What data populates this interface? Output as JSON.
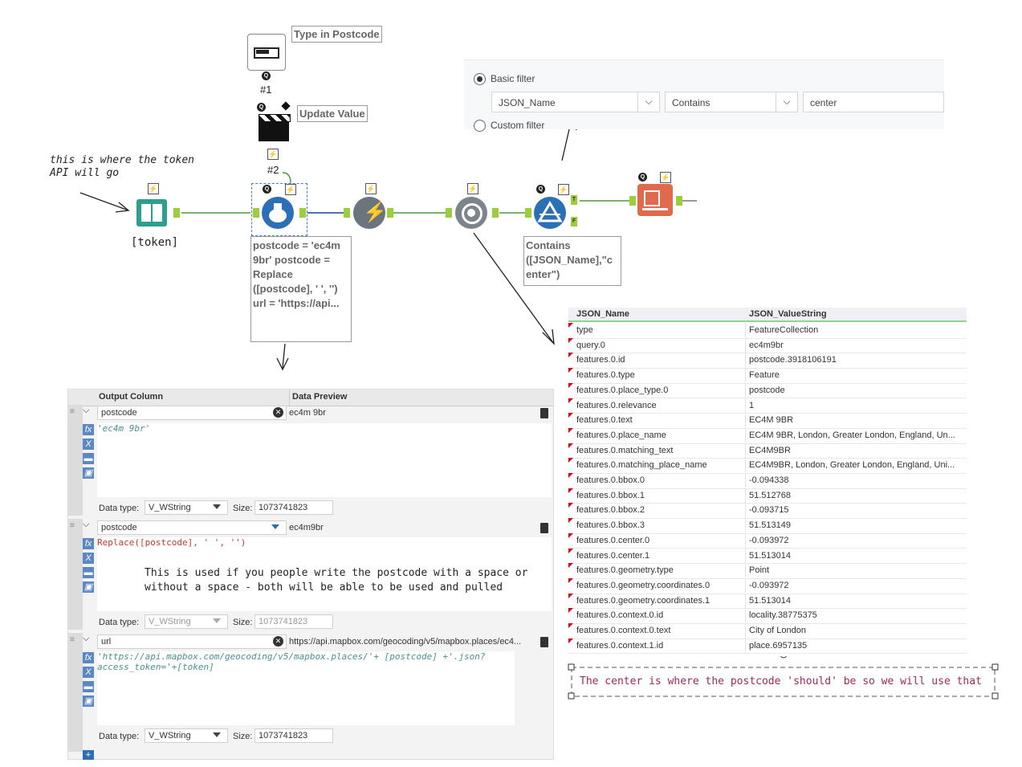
{
  "annotations": {
    "type_in_postcode": "Type in Postcode",
    "hash1": "#1",
    "update_value": "Update Value",
    "hash2": "#2",
    "token_note": "this is where the token API will go",
    "token_label": "[token]",
    "formula_expr": "postcode = 'ec4m 9br' postcode = Replace ([postcode], ' ', '') url = 'https://api...",
    "filter_expr": "Contains ([JSON_Name],\"c enter\")",
    "anchor_t": "T",
    "anchor_f": "F",
    "space_note": "This is used if you people write the postcode with a space or without a space - both will be able to be used and pulled",
    "center_note": "The center is where the postcode 'should' be so we will use that"
  },
  "filter_panel": {
    "basic_label": "Basic filter",
    "field": "JSON_Name",
    "operator": "Contains",
    "value": "center",
    "custom_label": "Custom filter"
  },
  "formula_panel": {
    "col_output": "Output Column",
    "col_preview": "Data Preview",
    "data_type_label": "Data type:",
    "size_label": "Size:",
    "rows": [
      {
        "column": "postcode",
        "preview": "ec4m 9br",
        "expression": "'ec4m 9br'",
        "data_type": "V_WString",
        "size": "1073741823"
      },
      {
        "column": "postcode",
        "preview": "ec4m9br",
        "expression": "Replace([postcode], ' ', '')",
        "data_type": "V_WString",
        "size": "1073741823"
      },
      {
        "column": "url",
        "preview": "https://api.mapbox.com/geocoding/v5/mapbox.places/ec4...",
        "expression": "'https://api.mapbox.com/geocoding/v5/mapbox.places/'+ [postcode] +'.json?access_token='+[token]",
        "data_type": "V_WString",
        "size": "1073741823"
      }
    ]
  },
  "table": {
    "headers": [
      "JSON_Name",
      "JSON_ValueString"
    ],
    "rows": [
      [
        "type",
        "FeatureCollection"
      ],
      [
        "query.0",
        "ec4m9br"
      ],
      [
        "features.0.id",
        "postcode.3918106191"
      ],
      [
        "features.0.type",
        "Feature"
      ],
      [
        "features.0.place_type.0",
        "postcode"
      ],
      [
        "features.0.relevance",
        "1"
      ],
      [
        "features.0.text",
        "EC4M 9BR"
      ],
      [
        "features.0.place_name",
        "EC4M 9BR, London, Greater London, England, Un..."
      ],
      [
        "features.0.matching_text",
        "EC4M9BR"
      ],
      [
        "features.0.matching_place_name",
        "EC4M9BR, London, Greater London, England, Uni..."
      ],
      [
        "features.0.bbox.0",
        "-0.094338"
      ],
      [
        "features.0.bbox.1",
        "51.512768"
      ],
      [
        "features.0.bbox.2",
        "-0.093715"
      ],
      [
        "features.0.bbox.3",
        "51.513149"
      ],
      [
        "features.0.center.0",
        "-0.093972"
      ],
      [
        "features.0.center.1",
        "51.513014"
      ],
      [
        "features.0.geometry.type",
        "Point"
      ],
      [
        "features.0.geometry.coordinates.0",
        "-0.093972"
      ],
      [
        "features.0.geometry.coordinates.1",
        "51.513014"
      ],
      [
        "features.0.context.0.id",
        "locality.38775375"
      ],
      [
        "features.0.context.0.text",
        "City of London"
      ],
      [
        "features.0.context.1.id",
        "place.6957135"
      ]
    ]
  },
  "colors": {
    "accent_blue": "#2b6fb6",
    "anchor_green": "#9bcd3c",
    "highlight": "#a0285a",
    "grid_green": "#8fd48f"
  }
}
